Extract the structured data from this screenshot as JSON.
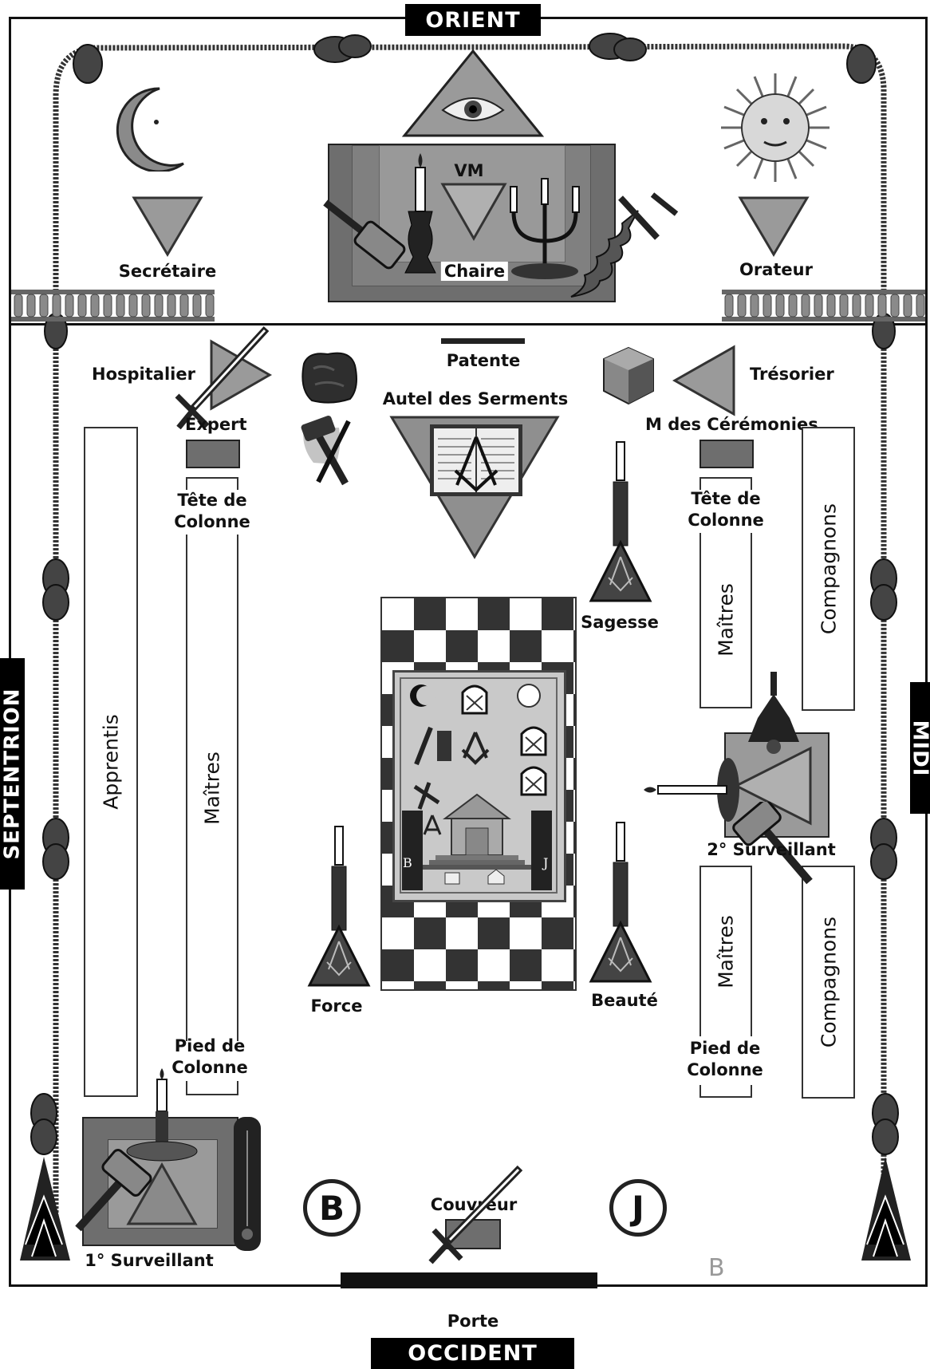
{
  "cardinals": {
    "orient": "ORIENT",
    "occident": "OCCIDENT",
    "septentrion": "SEPTENTRION",
    "midi": "MIDI"
  },
  "east": {
    "vm": "VM",
    "chaire": "Chaire",
    "secretaire": "Secrétaire",
    "orateur": "Orateur"
  },
  "temple": {
    "patente": "Patente",
    "autel": "Autel des Serments",
    "hospitalier": "Hospitalier",
    "tresorier": "Trésorier",
    "expert": "Expert",
    "ceremonies": "M des Cérémonies",
    "sagesse": "Sagesse",
    "force": "Force",
    "beaute": "Beauté",
    "second_surveillant": "2° Surveillant",
    "premier_surveillant": "1° Surveillant",
    "couvreur": "Couvreur",
    "porte": "Porte",
    "col_b": "B",
    "col_j": "J",
    "tableau_b": "B",
    "tableau_j": "J",
    "corner_mark": "B"
  },
  "columns": {
    "apprentis": "Apprentis",
    "maitres": "Maîtres",
    "compagnons": "Compagnons",
    "tete_line1": "Tête de",
    "tete_line2": "Colonne",
    "pied_line1": "Pied de",
    "pied_line2": "Colonne"
  },
  "colors": {
    "triangle": "#9a9a9a",
    "altar": "#6e6e6e",
    "frame": "#111111"
  },
  "icons": [
    "crescent-moon-icon",
    "sun-face-icon",
    "eye-of-providence-icon",
    "candle-icon",
    "candelabra-icon",
    "gavel-icon",
    "flaming-sword-icon",
    "sword-icon",
    "rough-stone-icon",
    "cubic-stone-icon",
    "mallet-chisel-icon",
    "open-bible-icon",
    "pillar-candle-icon",
    "checkerboard-floor-icon",
    "tracing-board-icon",
    "level-icon",
    "plumb-icon",
    "knotted-cord-icon",
    "balustrade-icon"
  ]
}
